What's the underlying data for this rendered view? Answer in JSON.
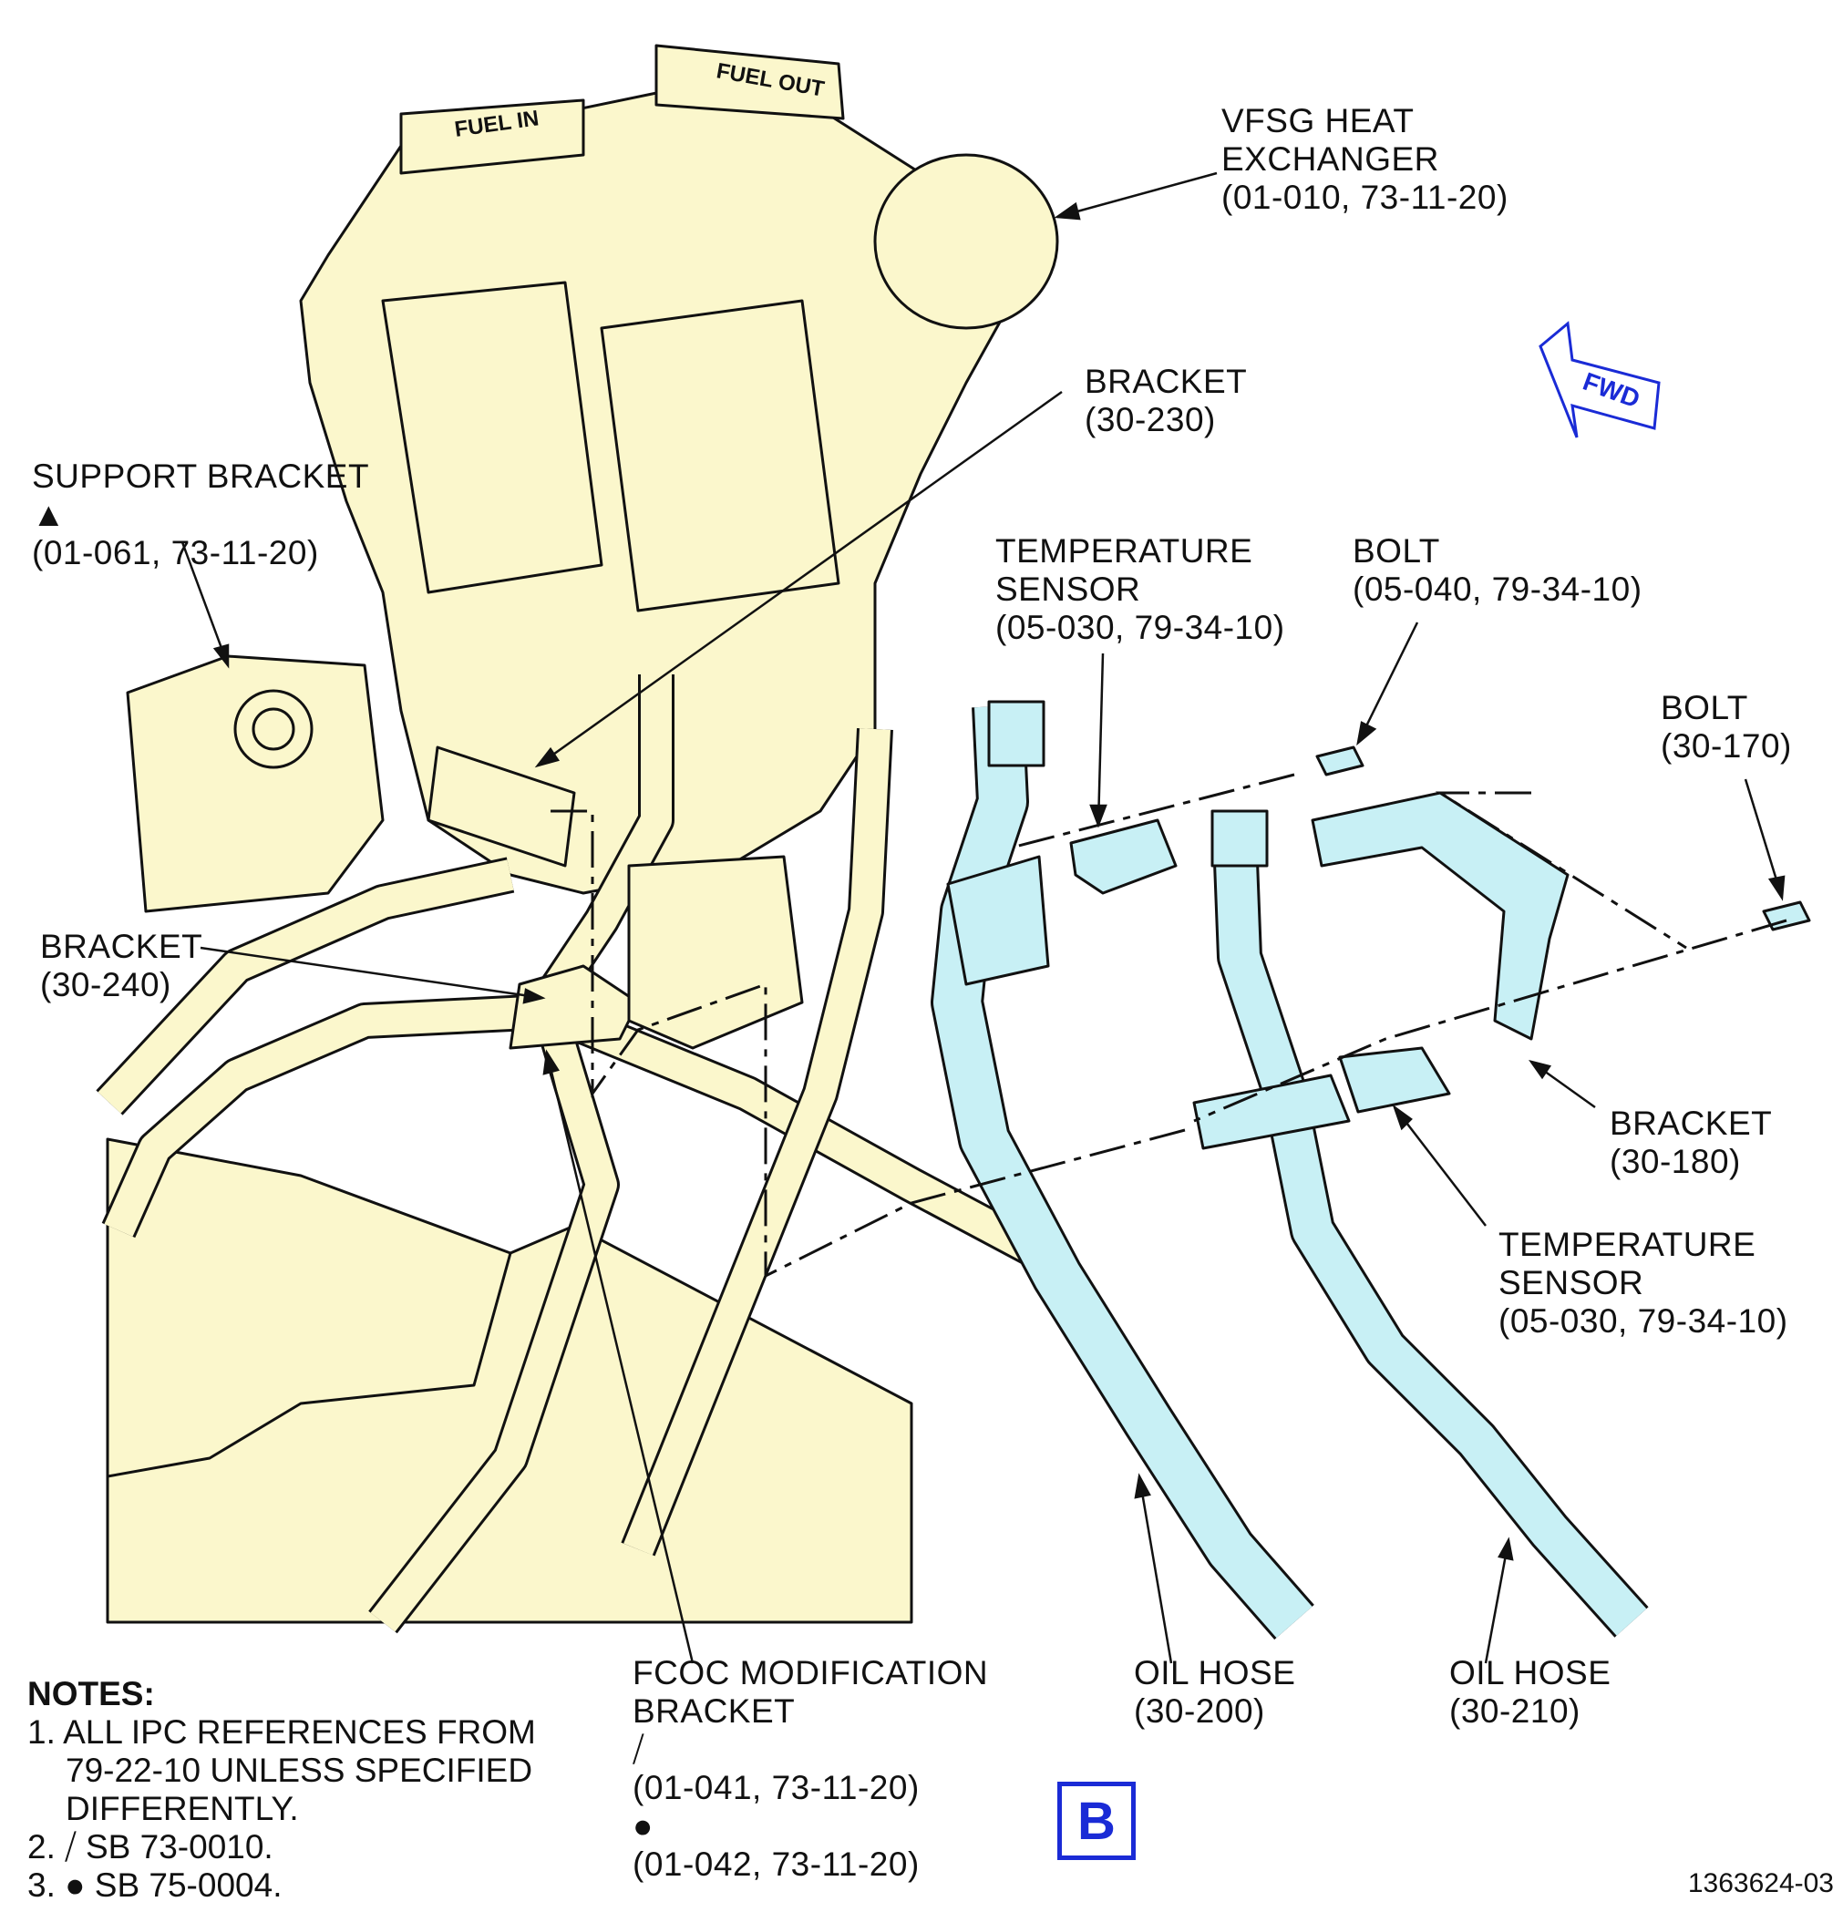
{
  "labels": {
    "vfsg": [
      "VFSG HEAT",
      "EXCHANGER",
      "(01-010, 73-11-20)"
    ],
    "bracket_230": [
      "BRACKET",
      "(30-230)"
    ],
    "support_bracket": [
      "SUPPORT BRACKET",
      "(01-061, 73-11-20)"
    ],
    "temp_sensor_1": [
      "TEMPERATURE",
      "SENSOR",
      "(05-030, 79-34-10)"
    ],
    "bolt_040": [
      "BOLT",
      "(05-040, 79-34-10)"
    ],
    "bolt_170": [
      "BOLT",
      "(30-170)"
    ],
    "bracket_240": [
      "BRACKET",
      "(30-240)"
    ],
    "bracket_180": [
      "BRACKET",
      "(30-180)"
    ],
    "temp_sensor_2": [
      "TEMPERATURE",
      "SENSOR",
      "(05-030, 79-34-10)"
    ],
    "fcoc": [
      "FCOC MODIFICATION",
      "BRACKET",
      "(01-041, 73-11-20)",
      "(01-042, 73-11-20)"
    ],
    "oil_hose_200": [
      "OIL HOSE",
      "(30-200)"
    ],
    "oil_hose_210": [
      "OIL HOSE",
      "(30-210)"
    ]
  },
  "part_text": {
    "fuel_in": "FUEL IN",
    "fuel_out": "FUEL OUT",
    "fwd": "FWD"
  },
  "notes": {
    "header": "NOTES:",
    "n1_a": "1. ALL IPC REFERENCES FROM",
    "n1_b": "79-22-10 UNLESS SPECIFIED",
    "n1_c": "DIFFERENTLY.",
    "n2": "2. ⧸ SB 73-0010.",
    "n3": "3. ● SB 75-0004."
  },
  "view_label": "B",
  "doc_number": "1363624-03",
  "symbols": {
    "triangle": "▲",
    "dot": "●",
    "slash_tri": "⧸"
  },
  "colors": {
    "part_fill": "#fbf7cc",
    "hose_fill": "#c8f0f5",
    "outline": "#111111",
    "accent": "#1a2bd6"
  }
}
